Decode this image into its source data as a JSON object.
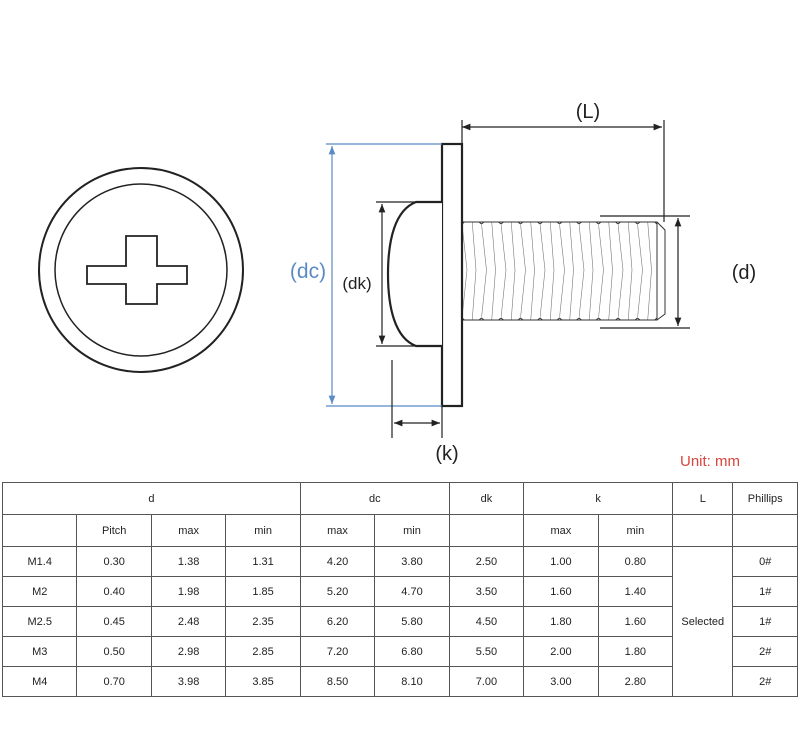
{
  "diagram": {
    "labels": {
      "length": "(L)",
      "collar_diameter": "(dc)",
      "head_diameter": "(dk)",
      "thread_diameter": "(d)",
      "collar_thickness": "(k)"
    },
    "colors": {
      "line": "#222222",
      "dim_blue": "#5b8bc5",
      "unit_red": "#d9443c"
    }
  },
  "unit_note": "Unit: mm",
  "table": {
    "header_top": {
      "d": "d",
      "dc": "dc",
      "dk": "dk",
      "k": "k",
      "L": "L",
      "phillips": "Phillips"
    },
    "header_sub": {
      "pitch": "Pitch",
      "max": "max",
      "min": "min"
    },
    "selected_label": "Selected",
    "rows": [
      {
        "size": "M1.4",
        "pitch": "0.30",
        "d_max": "1.38",
        "d_min": "1.31",
        "dc_max": "4.20",
        "dc_min": "3.80",
        "dk": "2.50",
        "k_max": "1.00",
        "k_min": "0.80",
        "phillips": "0#"
      },
      {
        "size": "M2",
        "pitch": "0.40",
        "d_max": "1.98",
        "d_min": "1.85",
        "dc_max": "5.20",
        "dc_min": "4.70",
        "dk": "3.50",
        "k_max": "1.60",
        "k_min": "1.40",
        "phillips": "1#"
      },
      {
        "size": "M2.5",
        "pitch": "0.45",
        "d_max": "2.48",
        "d_min": "2.35",
        "dc_max": "6.20",
        "dc_min": "5.80",
        "dk": "4.50",
        "k_max": "1.80",
        "k_min": "1.60",
        "phillips": "1#"
      },
      {
        "size": "M3",
        "pitch": "0.50",
        "d_max": "2.98",
        "d_min": "2.85",
        "dc_max": "7.20",
        "dc_min": "6.80",
        "dk": "5.50",
        "k_max": "2.00",
        "k_min": "1.80",
        "phillips": "2#"
      },
      {
        "size": "M4",
        "pitch": "0.70",
        "d_max": "3.98",
        "d_min": "3.85",
        "dc_max": "8.50",
        "dc_min": "8.10",
        "dk": "7.00",
        "k_max": "3.00",
        "k_min": "2.80",
        "phillips": "2#"
      }
    ]
  }
}
